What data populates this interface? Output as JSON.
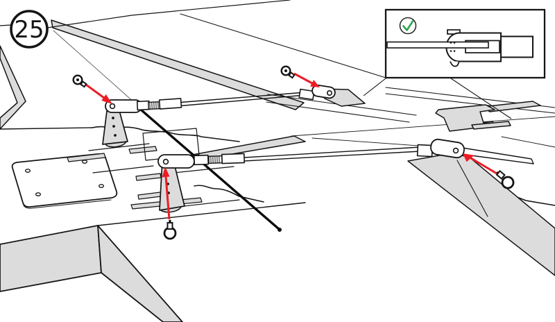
{
  "badge": {
    "step_number": "25"
  },
  "inset": {
    "status_icon": "check-circle-icon",
    "depicts": "clevis-pushrod-connection-detail"
  },
  "annotations": {
    "screw_callout_count": 4,
    "arrow_icon": "red-arrow-pointer",
    "screw_icons": [
      "screw-front-icon",
      "screw-front-icon",
      "screw-pin-icon",
      "screw-pin-icon"
    ]
  },
  "colors": {
    "arrow_red": "#ed1c24",
    "check_green": "#2ea44f",
    "surface_gray": "#dcdcdc",
    "line_black": "#141414",
    "background": "#ffffff"
  }
}
